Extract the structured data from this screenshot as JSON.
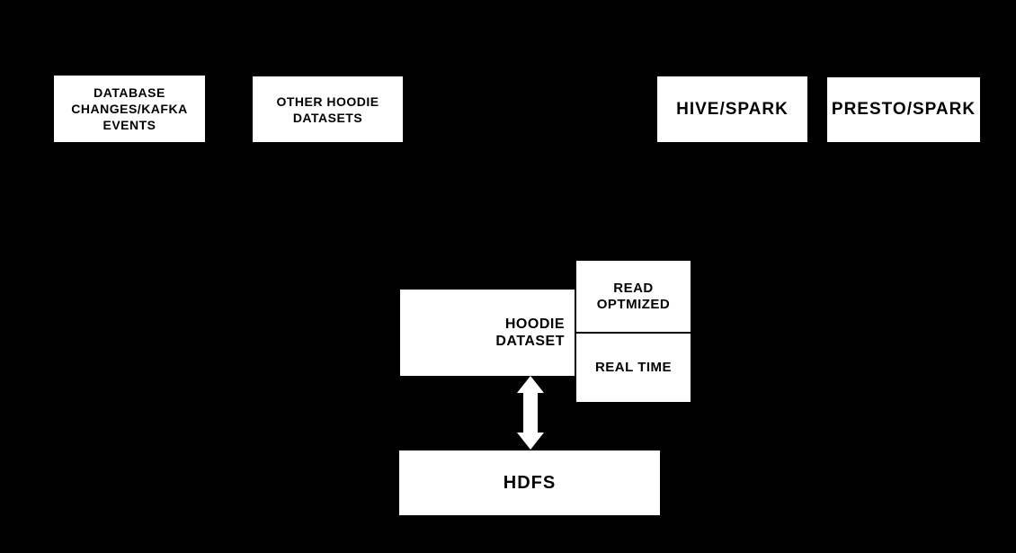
{
  "diagram": {
    "title": "hoodie-dataset-architecture",
    "colors": {
      "background": "#000000",
      "box_fill": "#ffffff",
      "box_text": "#000000",
      "connector": "#ffffff"
    },
    "nodes": {
      "database_changes": {
        "label": "DATABASE\nCHANGES/KAFKA\nEVENTS"
      },
      "other_hoodie_datasets": {
        "label": "OTHER HOODIE\nDATASETS"
      },
      "hive_spark": {
        "label": "HIVE/SPARK"
      },
      "presto_spark": {
        "label": "PRESTO/SPARK"
      },
      "hoodie_dataset": {
        "label": "HOODIE\nDATASET"
      },
      "read_optimized": {
        "label": "READ\nOPTMIZED"
      },
      "real_time": {
        "label": "REAL TIME"
      },
      "hdfs": {
        "label": "HDFS"
      }
    },
    "connector": {
      "type": "bidirectional-arrow",
      "from": "hoodie_dataset",
      "to": "hdfs",
      "color": "#ffffff"
    }
  }
}
